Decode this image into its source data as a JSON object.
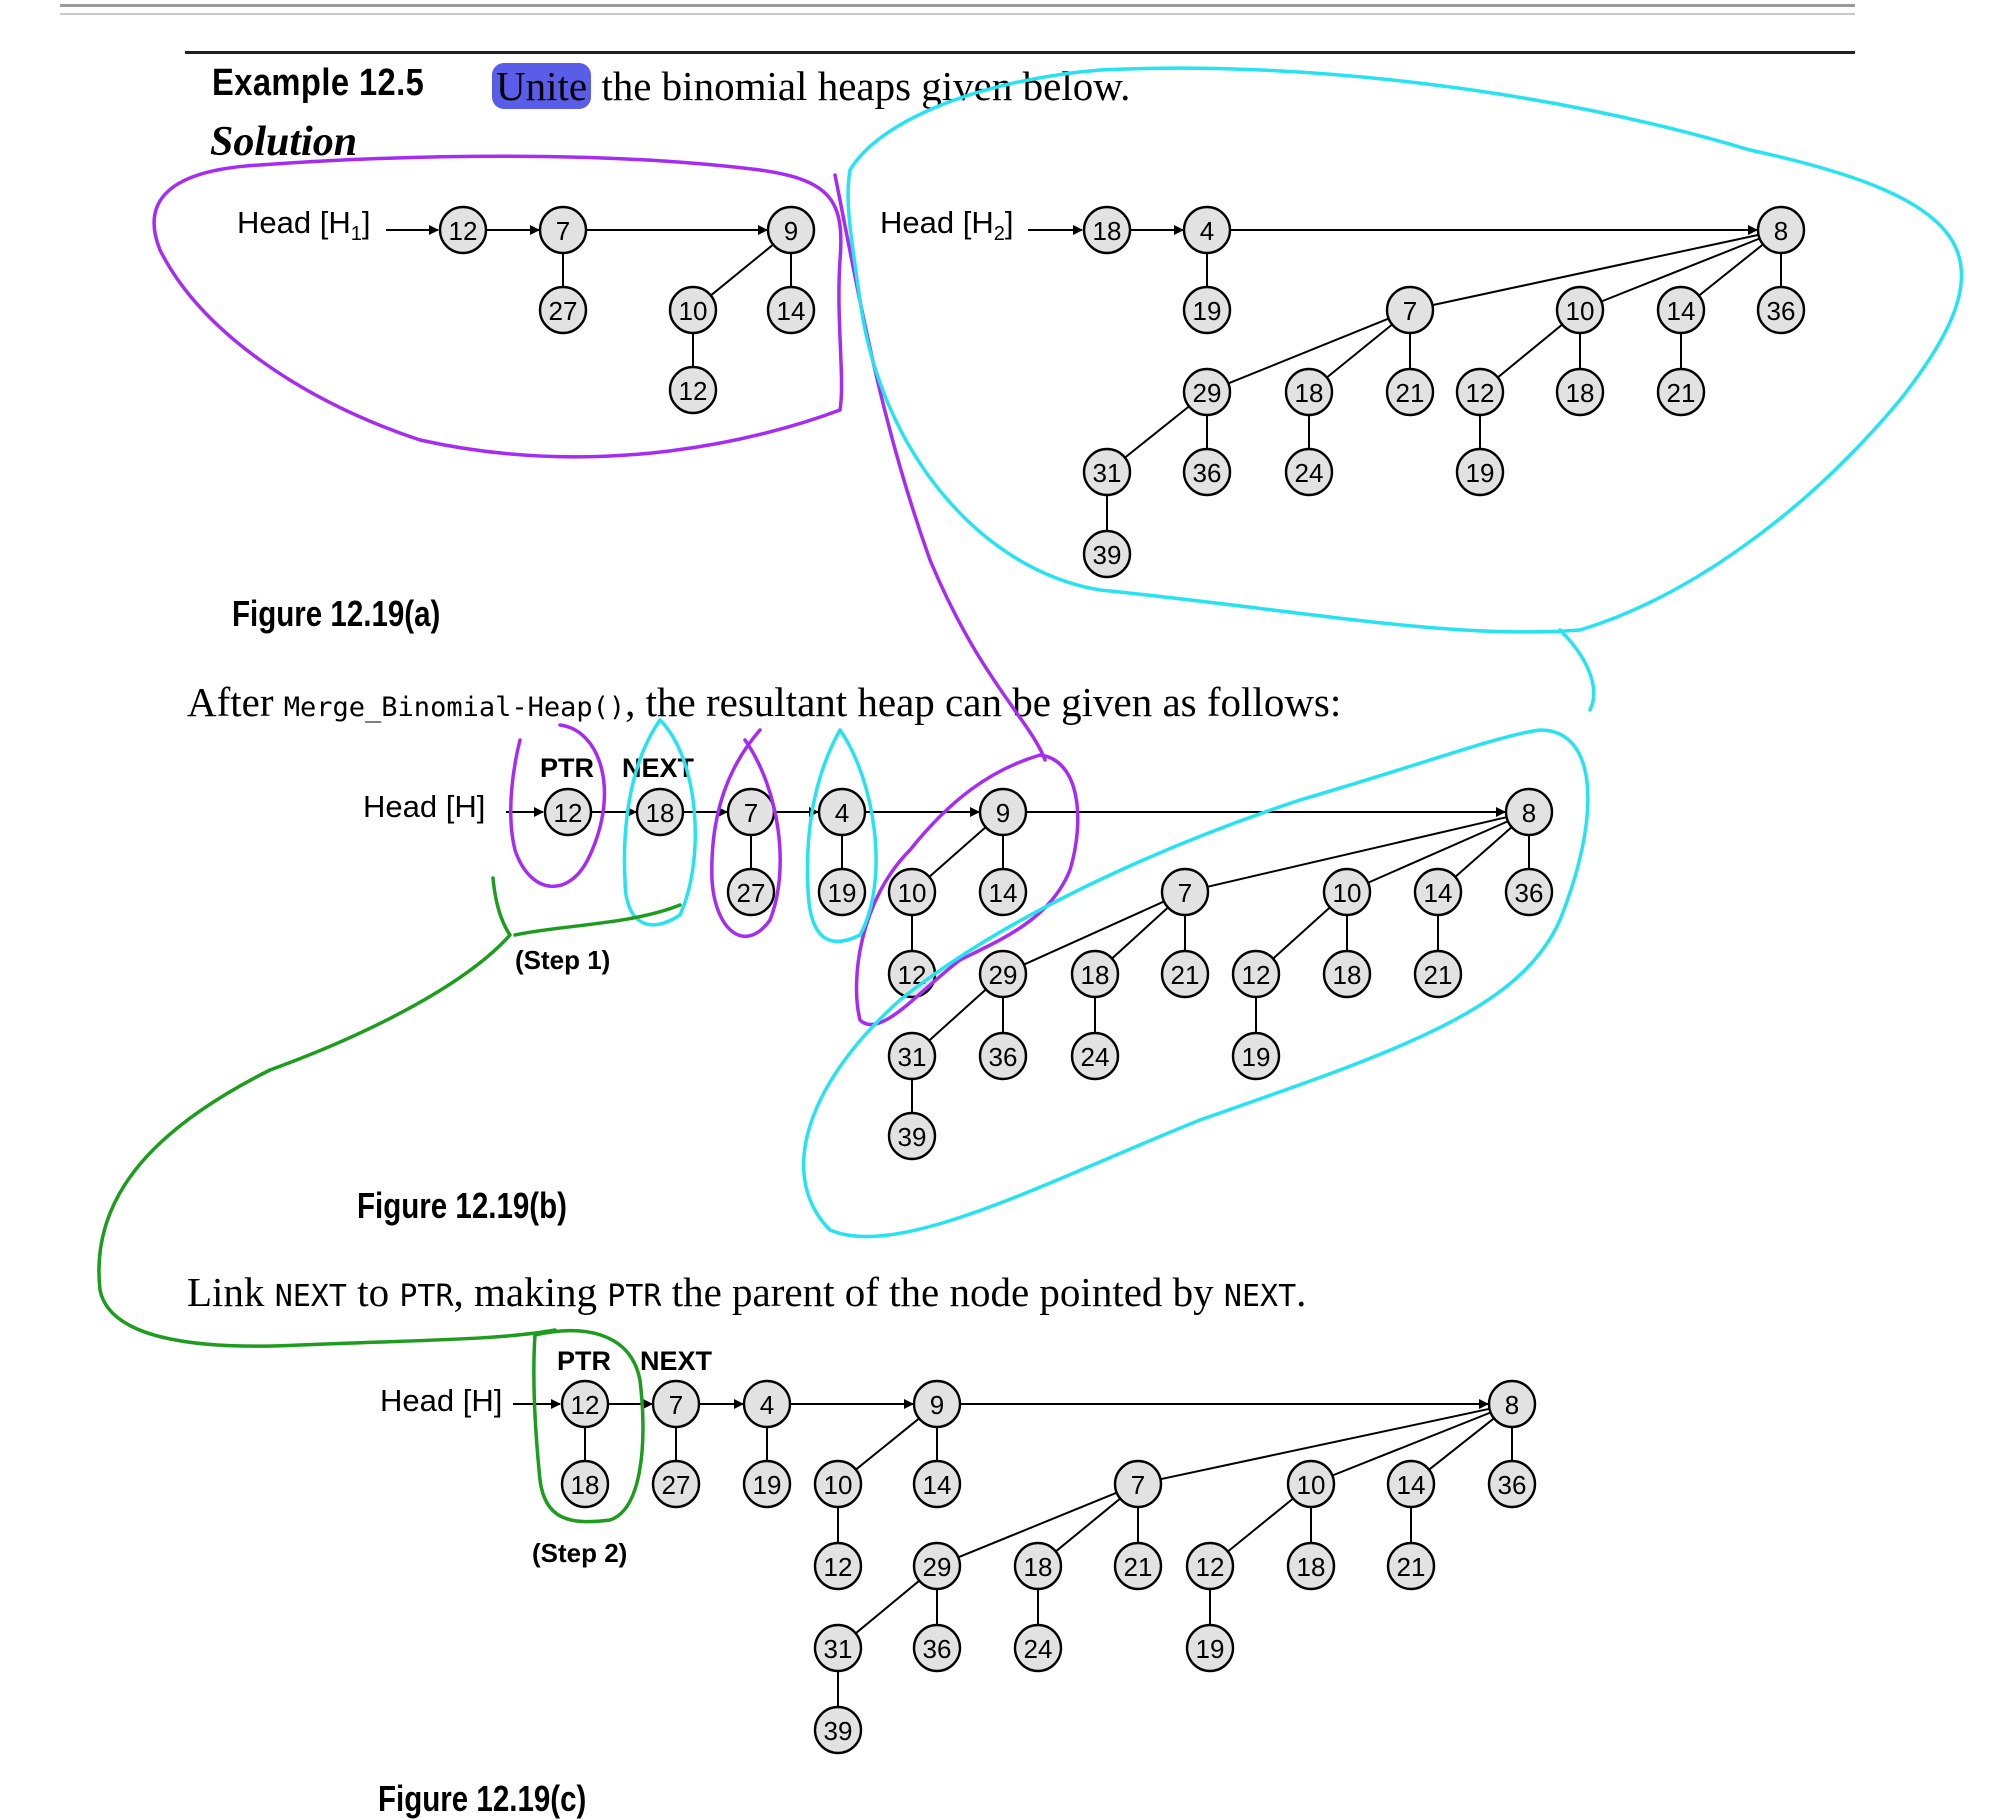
{
  "example": {
    "label": "Example 12.5",
    "highlight": "Unite",
    "rest": " the binomial heaps given below."
  },
  "solution": "Solution",
  "figA": {
    "head1": "Head [H",
    "head1_sub": "1",
    "head2": "Head [H",
    "head2_sub": "2",
    "head_close": "]",
    "caption": "Figure 12.19(a)"
  },
  "figB": {
    "text_before": "After ",
    "func": "Merge_Binomial-Heap()",
    "text_after": ", the resultant heap can be given as follows:",
    "head": "Head [H]",
    "ptr": "PTR",
    "next": "NEXT",
    "step": "(Step 1)",
    "caption": "Figure 12.19(b)"
  },
  "figC": {
    "text_1": "Link ",
    "next_word": "NEXT",
    "text_2": " to ",
    "ptr_word": "PTR",
    "text_3": ", making ",
    "ptr_word2": "PTR",
    "text_4": " the parent of the node pointed by ",
    "next_word2": "NEXT",
    "text_5": ".",
    "head": "Head [H]",
    "ptr": "PTR",
    "next": "NEXT",
    "step": "(Step 2)",
    "caption": "Figure 12.19(c)"
  },
  "annotation_colors": {
    "purple": "#a52cf0",
    "cyan": "#27e3f0",
    "green": "#1e9c1e",
    "highlight": "#5a5de8"
  },
  "diagrams": [
    {
      "id": "a",
      "nodes": [
        {
          "id": "a12",
          "v": "12"
        },
        {
          "id": "a7",
          "v": "7"
        },
        {
          "id": "a27",
          "v": "27"
        },
        {
          "id": "a9",
          "v": "9"
        },
        {
          "id": "a10",
          "v": "10"
        },
        {
          "id": "a14",
          "v": "14"
        },
        {
          "id": "a12b",
          "v": "12"
        },
        {
          "id": "b18",
          "v": "18"
        },
        {
          "id": "b4",
          "v": "4"
        },
        {
          "id": "b19",
          "v": "19"
        },
        {
          "id": "b8",
          "v": "8"
        },
        {
          "id": "b7",
          "v": "7"
        },
        {
          "id": "b10",
          "v": "10"
        },
        {
          "id": "b14",
          "v": "14"
        },
        {
          "id": "b36",
          "v": "36"
        },
        {
          "id": "b29",
          "v": "29"
        },
        {
          "id": "b18b",
          "v": "18"
        },
        {
          "id": "b21",
          "v": "21"
        },
        {
          "id": "b12",
          "v": "12"
        },
        {
          "id": "b18c",
          "v": "18"
        },
        {
          "id": "b21b",
          "v": "21"
        },
        {
          "id": "b31",
          "v": "31"
        },
        {
          "id": "b36b",
          "v": "36"
        },
        {
          "id": "b24",
          "v": "24"
        },
        {
          "id": "b19b",
          "v": "19"
        },
        {
          "id": "b39",
          "v": "39"
        }
      ],
      "edges": [
        [
          "a7",
          "a27"
        ],
        [
          "a9",
          "a10"
        ],
        [
          "a9",
          "a14"
        ],
        [
          "a10",
          "a12b"
        ],
        [
          "b4",
          "b19"
        ],
        [
          "b8",
          "b7"
        ],
        [
          "b8",
          "b10"
        ],
        [
          "b8",
          "b14"
        ],
        [
          "b8",
          "b36"
        ],
        [
          "b7",
          "b29"
        ],
        [
          "b7",
          "b18b"
        ],
        [
          "b7",
          "b21"
        ],
        [
          "b10",
          "b12"
        ],
        [
          "b10",
          "b18c"
        ],
        [
          "b14",
          "b21b"
        ],
        [
          "b29",
          "b31"
        ],
        [
          "b29",
          "b36b"
        ],
        [
          "b18b",
          "b24"
        ],
        [
          "b12",
          "b19b"
        ],
        [
          "b31",
          "b39"
        ]
      ],
      "arrows": [
        [
          "a12",
          "a7"
        ],
        [
          "a7",
          "a9"
        ],
        [
          "b18",
          "b4"
        ],
        [
          "b4",
          "b8"
        ]
      ]
    },
    {
      "id": "b",
      "nodes": [
        {
          "id": "c12",
          "v": "12"
        },
        {
          "id": "c18",
          "v": "18"
        },
        {
          "id": "c7",
          "v": "7"
        },
        {
          "id": "c27",
          "v": "27"
        },
        {
          "id": "c4",
          "v": "4"
        },
        {
          "id": "c19",
          "v": "19"
        },
        {
          "id": "c9",
          "v": "9"
        },
        {
          "id": "c10",
          "v": "10"
        },
        {
          "id": "c14",
          "v": "14"
        },
        {
          "id": "c12b",
          "v": "12"
        },
        {
          "id": "c8",
          "v": "8"
        },
        {
          "id": "c7b",
          "v": "7"
        },
        {
          "id": "c10b",
          "v": "10"
        },
        {
          "id": "c14b",
          "v": "14"
        },
        {
          "id": "c36",
          "v": "36"
        },
        {
          "id": "c29",
          "v": "29"
        },
        {
          "id": "c18b",
          "v": "18"
        },
        {
          "id": "c21",
          "v": "21"
        },
        {
          "id": "c12c",
          "v": "12"
        },
        {
          "id": "c18c",
          "v": "18"
        },
        {
          "id": "c21b",
          "v": "21"
        },
        {
          "id": "c31",
          "v": "31"
        },
        {
          "id": "c36b",
          "v": "36"
        },
        {
          "id": "c24",
          "v": "24"
        },
        {
          "id": "c19b",
          "v": "19"
        },
        {
          "id": "c39",
          "v": "39"
        }
      ],
      "edges": [
        [
          "c7",
          "c27"
        ],
        [
          "c4",
          "c19"
        ],
        [
          "c9",
          "c10"
        ],
        [
          "c9",
          "c14"
        ],
        [
          "c10",
          "c12b"
        ],
        [
          "c8",
          "c7b"
        ],
        [
          "c8",
          "c10b"
        ],
        [
          "c8",
          "c14b"
        ],
        [
          "c8",
          "c36"
        ],
        [
          "c7b",
          "c29"
        ],
        [
          "c7b",
          "c18b"
        ],
        [
          "c7b",
          "c21"
        ],
        [
          "c10b",
          "c12c"
        ],
        [
          "c10b",
          "c18c"
        ],
        [
          "c14b",
          "c21b"
        ],
        [
          "c29",
          "c31"
        ],
        [
          "c29",
          "c36b"
        ],
        [
          "c18b",
          "c24"
        ],
        [
          "c12c",
          "c19b"
        ],
        [
          "c31",
          "c39"
        ]
      ],
      "arrows": [
        [
          "c12",
          "c18"
        ],
        [
          "c18",
          "c7"
        ],
        [
          "c7",
          "c4"
        ],
        [
          "c4",
          "c9"
        ],
        [
          "c9",
          "c8"
        ]
      ]
    },
    {
      "id": "c",
      "nodes": [
        {
          "id": "d12",
          "v": "12"
        },
        {
          "id": "d18",
          "v": "18"
        },
        {
          "id": "d7",
          "v": "7"
        },
        {
          "id": "d27",
          "v": "27"
        },
        {
          "id": "d4",
          "v": "4"
        },
        {
          "id": "d19",
          "v": "19"
        },
        {
          "id": "d9",
          "v": "9"
        },
        {
          "id": "d10",
          "v": "10"
        },
        {
          "id": "d14",
          "v": "14"
        },
        {
          "id": "d12b",
          "v": "12"
        },
        {
          "id": "d8",
          "v": "8"
        },
        {
          "id": "d7b",
          "v": "7"
        },
        {
          "id": "d10b",
          "v": "10"
        },
        {
          "id": "d14b",
          "v": "14"
        },
        {
          "id": "d36",
          "v": "36"
        },
        {
          "id": "d29",
          "v": "29"
        },
        {
          "id": "d18b",
          "v": "18"
        },
        {
          "id": "d21",
          "v": "21"
        },
        {
          "id": "d12c",
          "v": "12"
        },
        {
          "id": "d18c",
          "v": "18"
        },
        {
          "id": "d21b",
          "v": "21"
        },
        {
          "id": "d31",
          "v": "31"
        },
        {
          "id": "d36b",
          "v": "36"
        },
        {
          "id": "d24",
          "v": "24"
        },
        {
          "id": "d19b",
          "v": "19"
        },
        {
          "id": "d39",
          "v": "39"
        }
      ],
      "edges": [
        [
          "d12",
          "d18"
        ],
        [
          "d7",
          "d27"
        ],
        [
          "d4",
          "d19"
        ],
        [
          "d9",
          "d10"
        ],
        [
          "d9",
          "d14"
        ],
        [
          "d10",
          "d12b"
        ],
        [
          "d8",
          "d7b"
        ],
        [
          "d8",
          "d10b"
        ],
        [
          "d8",
          "d14b"
        ],
        [
          "d8",
          "d36"
        ],
        [
          "d7b",
          "d29"
        ],
        [
          "d7b",
          "d18b"
        ],
        [
          "d7b",
          "d21"
        ],
        [
          "d10b",
          "d12c"
        ],
        [
          "d10b",
          "d18c"
        ],
        [
          "d14b",
          "d21b"
        ],
        [
          "d29",
          "d31"
        ],
        [
          "d29",
          "d36b"
        ],
        [
          "d18b",
          "d24"
        ],
        [
          "d12c",
          "d19b"
        ],
        [
          "d31",
          "d39"
        ]
      ],
      "arrows": [
        [
          "d12",
          "d7"
        ],
        [
          "d7",
          "d4"
        ],
        [
          "d4",
          "d9"
        ],
        [
          "d9",
          "d8"
        ]
      ]
    }
  ]
}
